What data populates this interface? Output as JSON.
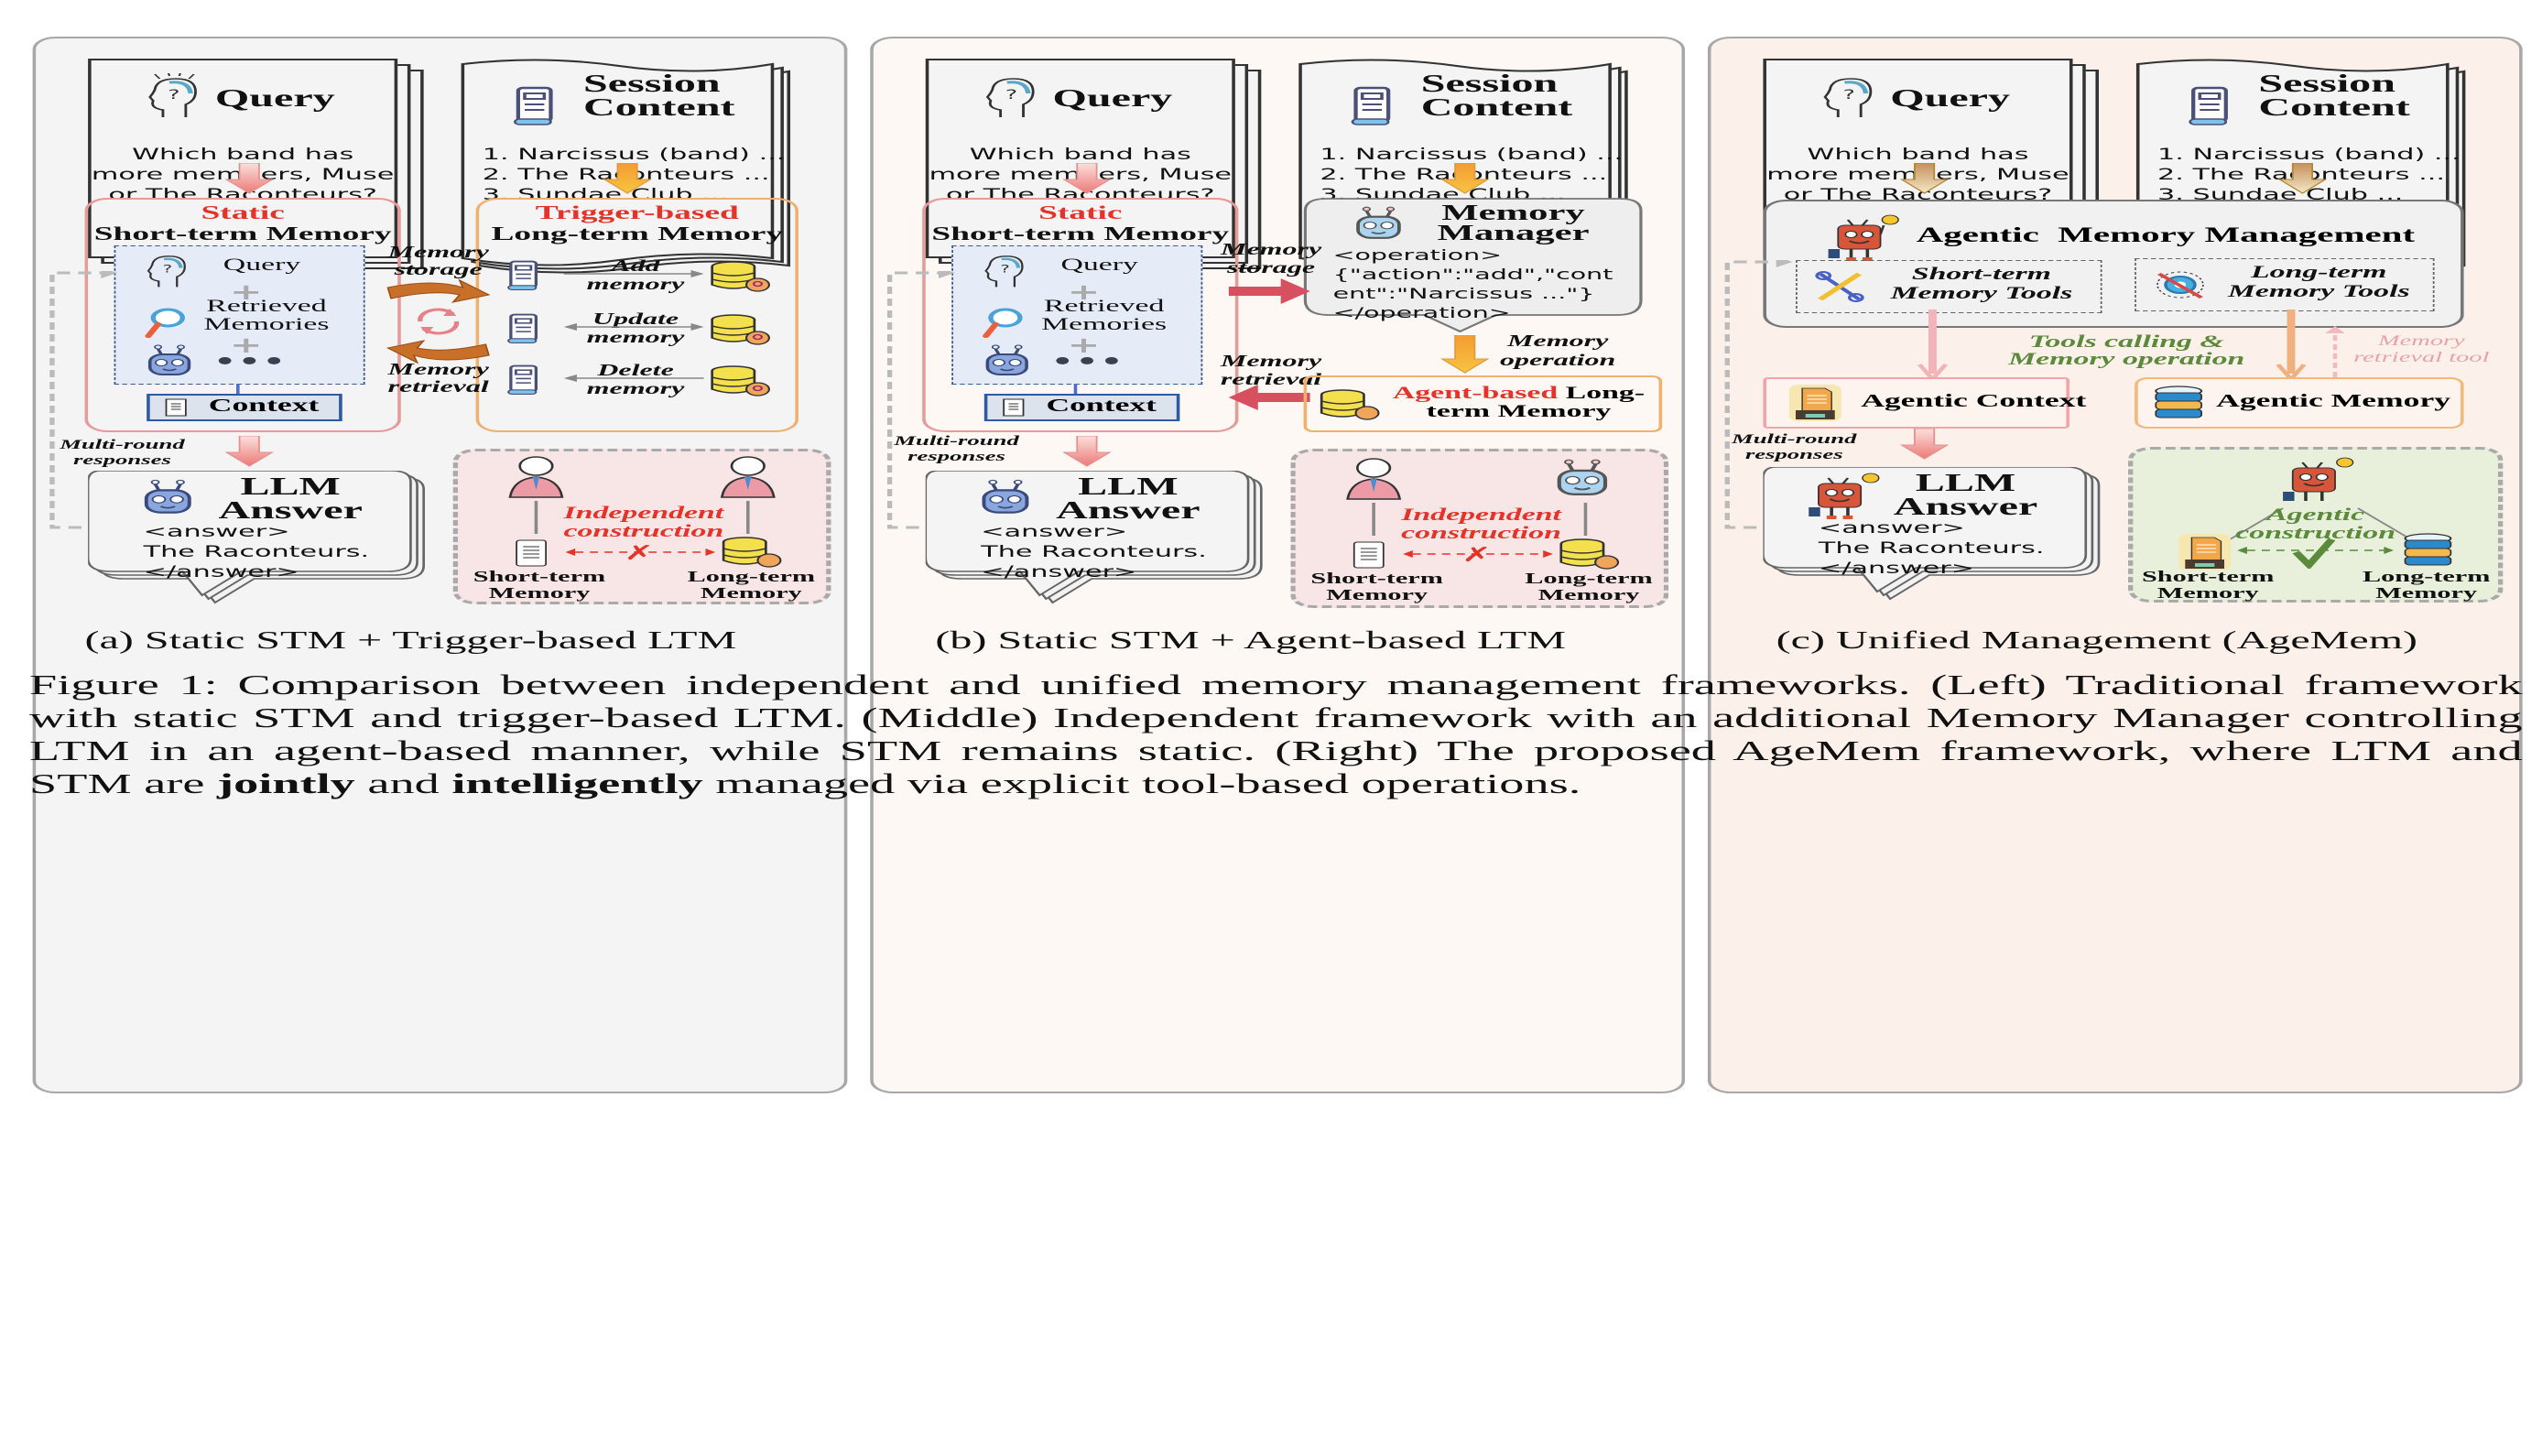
{
  "panels": [
    {
      "id": "a",
      "query": {
        "title": "Query",
        "lines": [
          "Which band has",
          "more members, Muse",
          "or The Raconteurs?"
        ]
      },
      "session": {
        "title_line1": "Session",
        "title_line2": "Content",
        "items": [
          "1. Narcissus (band) ...",
          "2. The Raconteurs ...",
          "3. Sundae Club ..."
        ]
      },
      "stm": {
        "qualifier": "Static",
        "title": "Short-term Memory",
        "items": [
          "Query",
          "Retrieved",
          "Memories"
        ],
        "context": "Context"
      },
      "ltm": {
        "qualifier": "Trigger-based",
        "title": "Long-term Memory",
        "ops": [
          {
            "l1": "Add",
            "l2": "memory"
          },
          {
            "l1": "Update",
            "l2": "memory"
          },
          {
            "l1": "Delete",
            "l2": "memory"
          }
        ]
      },
      "storage_label": [
        "Memory",
        "storage"
      ],
      "retrieval_label": [
        "Memory",
        "retrieval"
      ],
      "multi_round": [
        "Multi-round",
        "responses"
      ],
      "answer": {
        "title_line1": "LLM",
        "title_line2": "Answer",
        "lines": [
          "<answer>",
          "The Raconteurs.",
          "</answer>"
        ]
      },
      "construction": {
        "line1": "Independent",
        "line2": "construction",
        "stm": [
          "Short-term",
          "Memory"
        ],
        "ltm": [
          "Long-term",
          "Memory"
        ],
        "link": "cross"
      },
      "caption": "(a) Static STM + Trigger-based LTM"
    },
    {
      "id": "b",
      "query": {
        "title": "Query",
        "lines": [
          "Which band has",
          "more members, Muse",
          "or The Raconteurs?"
        ]
      },
      "session": {
        "title_line1": "Session",
        "title_line2": "Content",
        "items": [
          "1. Narcissus (band) ...",
          "2. The Raconteurs ...",
          "3. Sundae Club ..."
        ]
      },
      "stm": {
        "qualifier": "Static",
        "title": "Short-term Memory",
        "items": [
          "Query",
          "Retrieved",
          "Memories"
        ],
        "context": "Context"
      },
      "manager": {
        "title_line1": "Memory",
        "title_line2": "Manager",
        "lines": [
          "<operation>",
          "{\"action\":\"add\",\"cont",
          "ent\":\"Narcissus ...\"}",
          "</operation>"
        ]
      },
      "operation_label": [
        "Memory",
        "operation"
      ],
      "ltm": {
        "qualifier": "Agent-based",
        "title_rest": " Long-",
        "title_line2": "term Memory"
      },
      "storage_label": [
        "Memory",
        "storage"
      ],
      "retrieval_label": [
        "Memory",
        "retrieval"
      ],
      "multi_round": [
        "Multi-round",
        "responses"
      ],
      "answer": {
        "title_line1": "LLM",
        "title_line2": "Answer",
        "lines": [
          "<answer>",
          "The Raconteurs.",
          "</answer>"
        ]
      },
      "construction": {
        "line1": "Independent",
        "line2": "construction",
        "stm": [
          "Short-term",
          "Memory"
        ],
        "ltm": [
          "Long-term",
          "Memory"
        ],
        "link": "cross"
      },
      "caption": "(b) Static STM + Agent-based LTM"
    },
    {
      "id": "c",
      "query": {
        "title": "Query",
        "lines": [
          "Which band has",
          "more members, Muse",
          "or The Raconteurs?"
        ]
      },
      "session": {
        "title_line1": "Session",
        "title_line2": "Content",
        "items": [
          "1. Narcissus (band) ...",
          "2. The Raconteurs ...",
          "3. Sundae Club ..."
        ]
      },
      "management": {
        "title": "Agentic  Memory Management",
        "stm_tools": [
          "Short-term",
          "Memory Tools"
        ],
        "ltm_tools": [
          "Long-term",
          "Memory Tools"
        ]
      },
      "tools_label": [
        "Tools calling &",
        "Memory operation"
      ],
      "retrieval_tool_label": [
        "Memory",
        "retrieval tool"
      ],
      "agentic_context": "Agentic Context",
      "agentic_memory": "Agentic Memory",
      "multi_round": [
        "Multi-round",
        "responses"
      ],
      "answer": {
        "title_line1": "LLM",
        "title_line2": "Answer",
        "lines": [
          "<answer>",
          "The Raconteurs.",
          "</answer>"
        ]
      },
      "construction": {
        "line1": "Agentic",
        "line2": "construction",
        "stm": [
          "Short-term",
          "Memory"
        ],
        "ltm": [
          "Long-term",
          "Memory"
        ],
        "link": "check"
      },
      "caption": "(c) Unified Management (AgeMem)"
    }
  ],
  "figure_caption": {
    "prefix": "Figure 1: Comparison between independent and unified memory management frameworks. (Left) Traditional framework with static STM and trigger-based LTM. (Middle) Independent framework with an additional Memory Manager controlling LTM in an agent-based manner, while STM remains static. (Right) The proposed AgeMem framework, where LTM and STM are ",
    "bold1": "jointly",
    "mid": " and ",
    "bold2": "intelligently",
    "suffix": " managed via explicit tool-based operations."
  },
  "colors": {
    "panel_a_bg": "#f4f4f4",
    "panel_b_bg": "#fdf8f3",
    "panel_c_bg": "#fcf0ea",
    "accent_red": "#e5332a",
    "accent_green": "#5a8a3a",
    "accent_pink": "#e9a3a8",
    "accent_orange": "#f0a04a"
  }
}
